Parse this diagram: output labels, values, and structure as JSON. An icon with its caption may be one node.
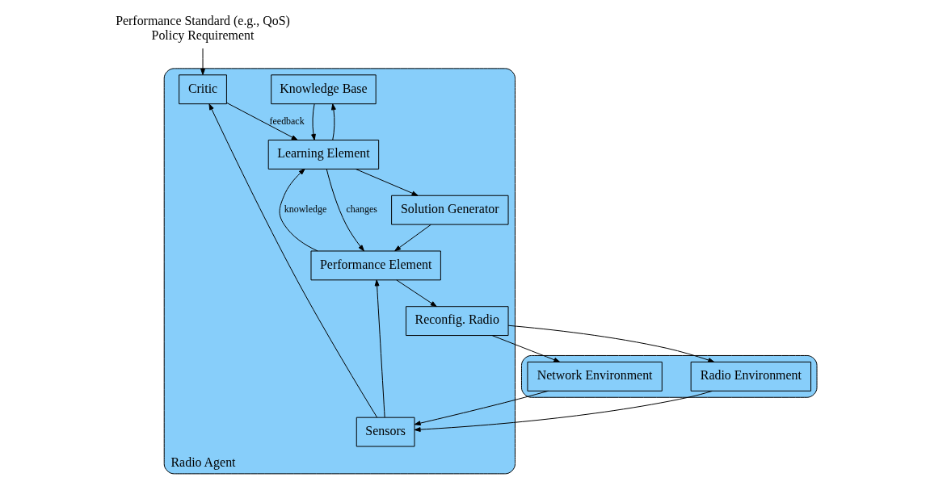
{
  "diagram": {
    "nodes": [
      {
        "text": [
          "Performance Standard (e.g., QoS)",
          "Policy Requirement"
        ]
      },
      {
        "text": [
          "Radio Agent"
        ]
      },
      {
        "text": [
          "Critic"
        ],
        "in": 1
      },
      {
        "text": [
          "Sensors"
        ],
        "in": 1
      },
      {
        "text": [
          "Knowledge Base"
        ],
        "in": 1
      },
      {
        "text": [
          "Learning Element"
        ],
        "in": 1
      },
      {
        "text": [
          "Performance Element"
        ],
        "in": 1
      },
      {
        "text": [
          "Solution Generator"
        ],
        "in": 1
      },
      {
        "text": [
          "Reconfig. Radio"
        ],
        "in": 1
      },
      {
        "text": [],
        "shape": "box"
      },
      {
        "text": [
          "Network Environment"
        ],
        "in": 9
      },
      {
        "text": [
          "Radio Environment"
        ],
        "in": 9
      }
    ],
    "edges": [
      {
        "from": 0,
        "to": 2,
        "arrow": "to"
      },
      {
        "from": 3,
        "to": 2,
        "arrow": "to"
      },
      {
        "from": 2,
        "to": 5,
        "arrow": "to",
        "label": "feedback"
      },
      {
        "from": 4,
        "to": 5,
        "arrow": "to"
      },
      {
        "from": 5,
        "to": 4,
        "arrow": "to"
      },
      {
        "from": 5,
        "to": 6,
        "arrow": "to",
        "label": "changes"
      },
      {
        "from": 6,
        "to": 5,
        "arrow": "to",
        "label": "knowledge"
      },
      {
        "from": 5,
        "to": 7,
        "arrow": "to"
      },
      {
        "from": 7,
        "to": 6,
        "arrow": "to"
      },
      {
        "from": 3,
        "to": 6,
        "arrow": "to"
      },
      {
        "from": 6,
        "to": 8,
        "arrow": "to"
      },
      {
        "from": 10,
        "to": 3,
        "arrow": "to"
      },
      {
        "from": 11,
        "to": 3,
        "arrow": "to"
      },
      {
        "from": 8,
        "to": 10,
        "arrow": "to"
      },
      {
        "from": 8,
        "to": 11,
        "arrow": "to"
      }
    ]
  }
}
